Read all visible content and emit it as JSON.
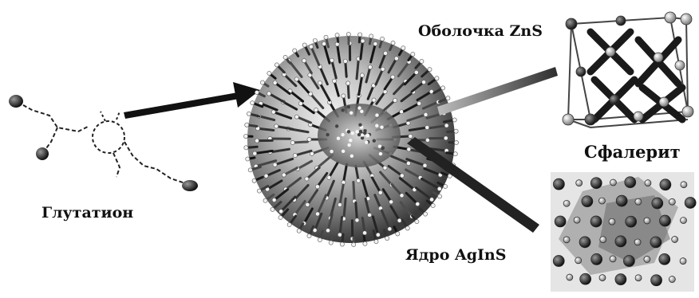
{
  "labels": {
    "shell": "Оболочка ZnS",
    "ligand": "Глутатион",
    "structure": "Сфалерит",
    "core": "Ядро AgInS"
  },
  "colors": {
    "background": "#ffffff",
    "ink": "#111111",
    "shell_lattice": "#2a2a2a",
    "core_lattice": "#555555"
  },
  "parts": {
    "ligand_molecule": "glutathione-molecule",
    "nanoparticle": "core-shell-quantum-dot",
    "shell_crystal": "sphalerite-unit-cell",
    "core_crystal": "agins-lattice-cluster"
  }
}
